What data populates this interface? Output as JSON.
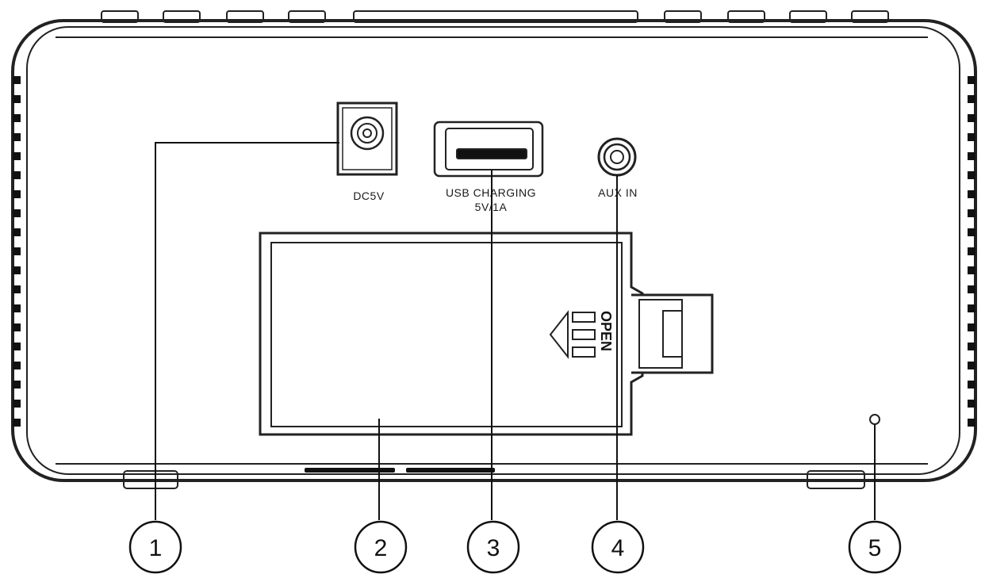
{
  "ports": {
    "dc_label": "DC5V",
    "usb_label_line1": "USB CHARGING",
    "usb_label_line2": "5V/1A",
    "aux_label": "AUX IN"
  },
  "battery_cover": {
    "open_label": "OPEN"
  },
  "callouts": [
    "1",
    "2",
    "3",
    "4",
    "5"
  ]
}
